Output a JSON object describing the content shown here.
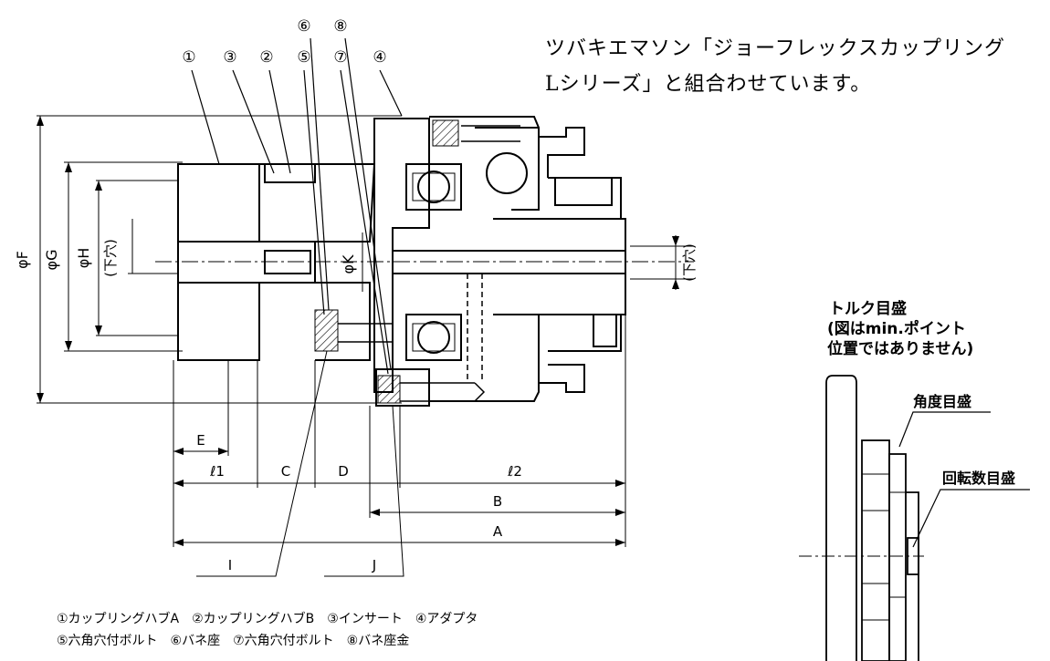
{
  "note": {
    "line1": "ツバキエマソン「ジョーフレックスカップリング",
    "line2": "Lシリーズ」と組合わせています。"
  },
  "parts": {
    "callouts": [
      "①",
      "③",
      "②",
      "⑤",
      "⑦",
      "④"
    ],
    "callouts_top": [
      "⑥",
      "⑧"
    ]
  },
  "dims": {
    "phiF": "φF",
    "phiG": "φG",
    "phiH": "φH",
    "phiK": "φK",
    "shita_ana": "(下穴)",
    "E": "E",
    "l1": "ℓ1",
    "C": "C",
    "D": "D",
    "l2": "ℓ2",
    "B": "B",
    "A": "A",
    "I": "I",
    "J": "J"
  },
  "detail": {
    "title_line1": "トルク目盛",
    "title_line2": "(図はmin.ポイント",
    "title_line3": "位置ではありません)",
    "angle_scale": "角度目盛",
    "rev_scale": "回転数目盛"
  },
  "legend": {
    "line1": "①カップリングハブA　②カップリングハブB　③インサート　④アダプタ",
    "line2": "⑤六角穴付ボルト　⑥バネ座　⑦六角穴付ボルト　⑧バネ座金"
  }
}
